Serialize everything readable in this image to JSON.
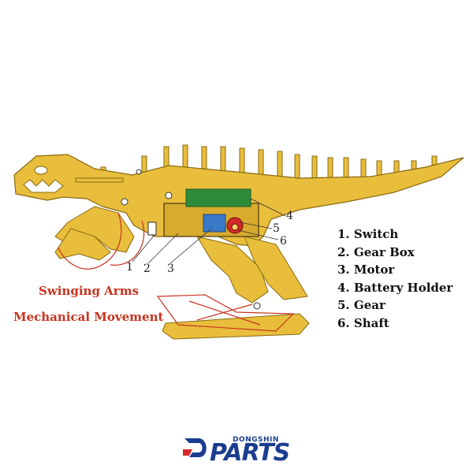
{
  "diagram": {
    "callout_numbers": [
      "1",
      "2",
      "3",
      "4",
      "5",
      "6"
    ],
    "captions": [
      "Swinging Arms",
      "Mechanical Movement"
    ],
    "legend": [
      "1. Switch",
      "2. Gear Box",
      "3. Motor",
      "4. Battery Holder",
      "5. Gear",
      "6. Shaft"
    ]
  },
  "logo": {
    "brand": "DONGSHIN",
    "word": "PARTS"
  },
  "colors": {
    "body": "#e8be3c",
    "body_outline": "#8a6a10",
    "battery": "#2e8b3a",
    "motor": "#3a78c8",
    "gear": "#d62828",
    "motion_lines": "#c8331f",
    "caption": "#c8331f",
    "logo": "#1b3d8f"
  }
}
